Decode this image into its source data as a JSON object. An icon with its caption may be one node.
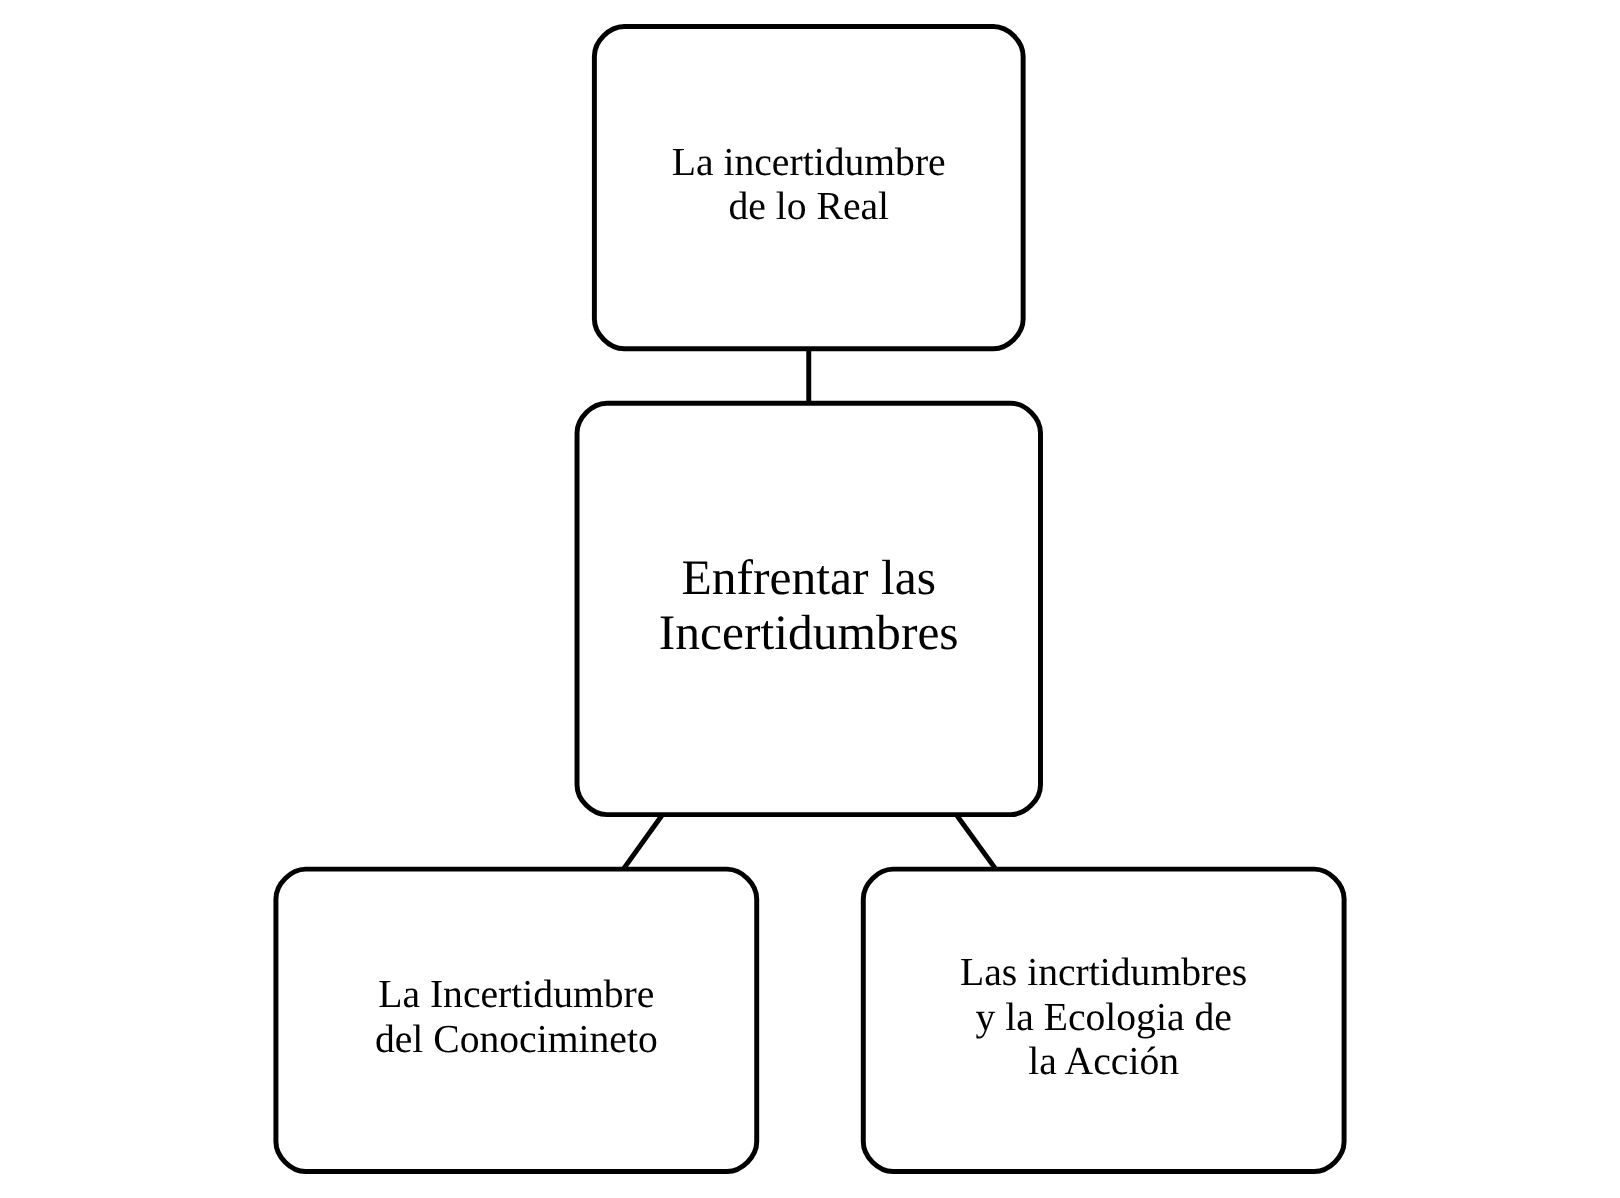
{
  "diagram": {
    "nodes": [
      {
        "text": [
          "La incertidumbre de lo Real"
        ]
      },
      {
        "text": [
          "Enfrentar las Incertidumbres"
        ]
      },
      {
        "text": [
          "La Incertidumbre del Conocimineto"
        ]
      },
      {
        "text": [
          "Las incrtidumbres y la Ecologia de la Acción"
        ]
      }
    ],
    "edges": [
      {
        "from": 0,
        "to": 1,
        "arrow": "none"
      },
      {
        "from": 1,
        "to": 2,
        "arrow": "none"
      },
      {
        "from": 1,
        "to": 3,
        "arrow": "none"
      }
    ]
  }
}
